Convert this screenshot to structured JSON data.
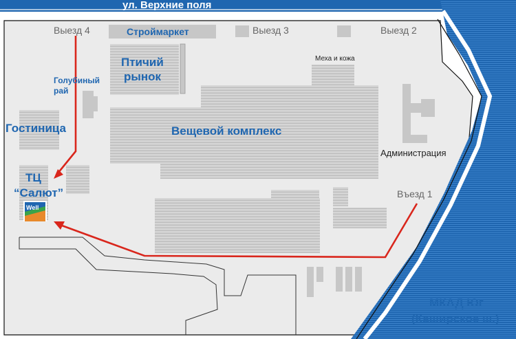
{
  "map": {
    "colors": {
      "road_blue": "#1f66b0",
      "building_gray": "#d3d3d3",
      "stripe_gray": "#bdbdbd",
      "route_red": "#d9261c",
      "label_blue": "#1f66b0"
    },
    "streets": {
      "top": "ул. Верхние поля",
      "mkad_line1": "МКАД Юг",
      "mkad_line2": "(Каширское ш.)"
    },
    "gates": {
      "exit4": "Выезд 4",
      "exit3": "Выезд 3",
      "exit2": "Выезд 2",
      "entry1": "Въезд 1"
    },
    "buildings": {
      "stroimarket": "Строймаркет",
      "bird_market_line1": "Птичий",
      "bird_market_line2": "рынок",
      "pigeon_line1": "Голубиный",
      "pigeon_line2": "рай",
      "fur_leather": "Меха и кожа",
      "clothing_complex": "Вещевой комплекс",
      "hotel": "Гостиница",
      "administration": "Администрация",
      "mall_line1": "ТЦ",
      "mall_line2": "“Салют”"
    },
    "logo": {
      "text": "Well"
    }
  }
}
